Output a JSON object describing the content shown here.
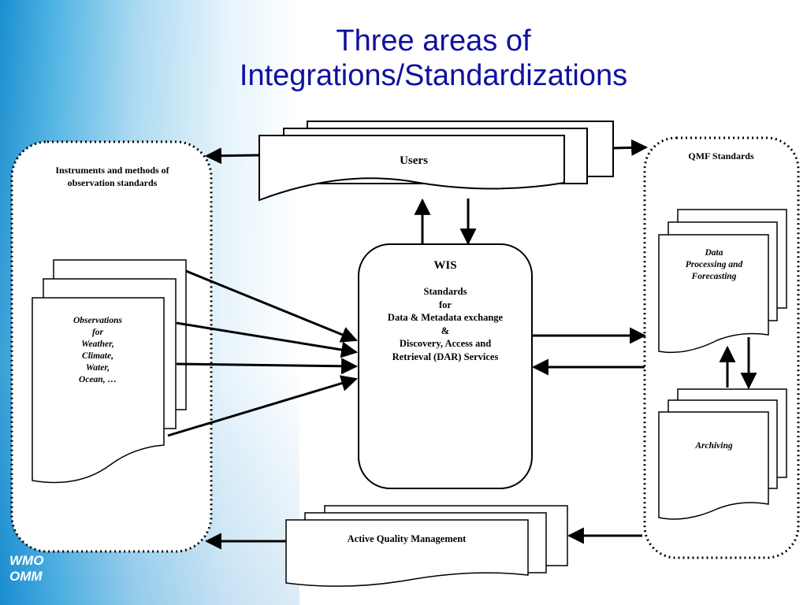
{
  "slide": {
    "title_line1": "Three areas of",
    "title_line2": "Integrations/Standardizations",
    "logo_line1": "WMO",
    "logo_line2": "OMM"
  },
  "left_panel": {
    "title_line1": "Instruments and methods of",
    "title_line2": "observation standards",
    "document_lines": [
      "Observations",
      "for",
      "Weather,",
      "Climate,",
      "Water,",
      "Ocean, …"
    ]
  },
  "users": {
    "label": "Users"
  },
  "wis": {
    "title": "WIS",
    "lines": [
      "Standards",
      "for",
      "Data & Metadata exchange",
      "&",
      "Discovery, Access and",
      "Retrieval (DAR) Services"
    ]
  },
  "right_panel": {
    "title": "QMF Standards",
    "processing_lines": [
      "Data",
      "Processing and",
      "Forecasting"
    ],
    "archiving": "Archiving"
  },
  "quality": {
    "label": "Active Quality Management"
  },
  "colors": {
    "title": "#1010a0",
    "band": "#1a8fd0",
    "ink": "#000000"
  }
}
